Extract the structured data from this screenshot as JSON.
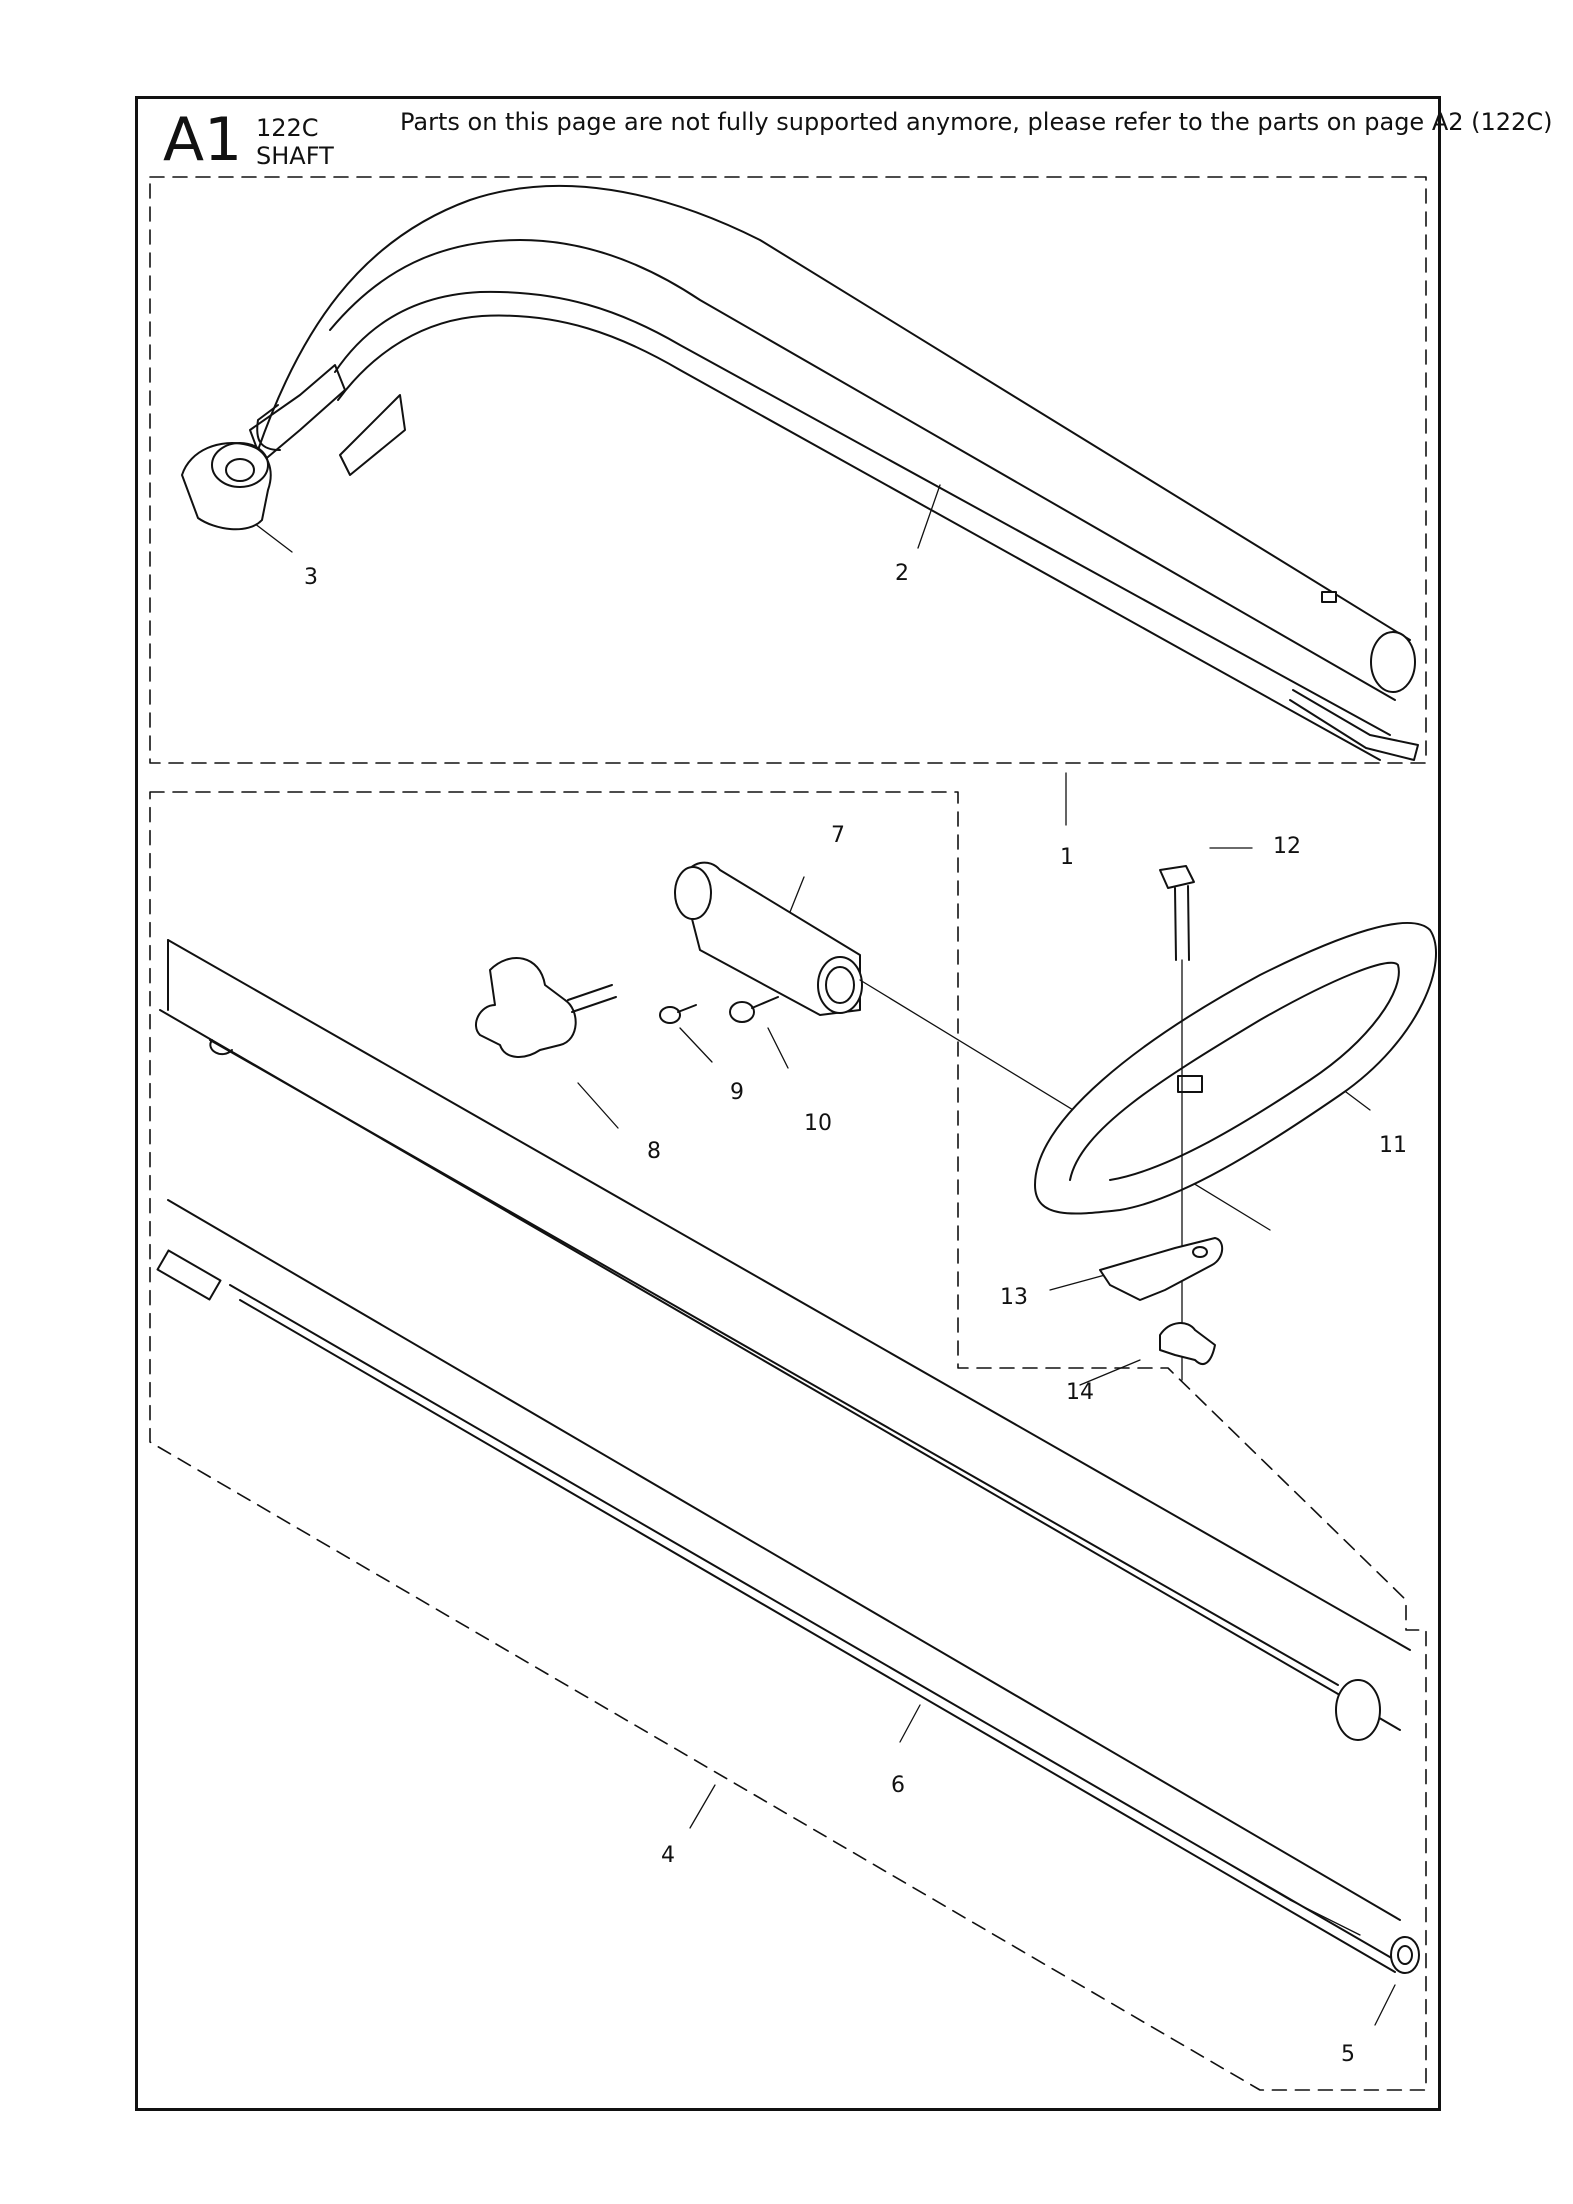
{
  "header": {
    "section_code": "A1",
    "model": "122C",
    "group": "SHAFT",
    "notice": "Parts on this page are not fully supported anymore, please refer to the parts on page A2 (122C)"
  },
  "callouts": [
    "1",
    "2",
    "3",
    "4",
    "5",
    "6",
    "7",
    "8",
    "9",
    "10",
    "11",
    "12",
    "13",
    "14"
  ]
}
